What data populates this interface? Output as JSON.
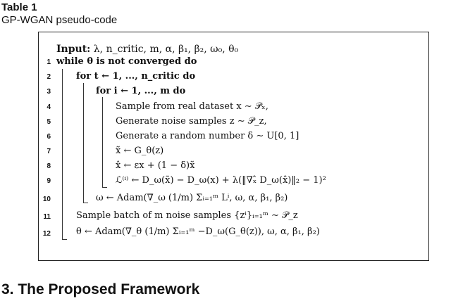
{
  "caption": {
    "label": "Table 1",
    "text": "GP-WGAN pseudo-code"
  },
  "algorithm": {
    "input_keyword": "Input:",
    "input_params": "λ, n_critic, m, α, β₁, β₂, ω₀, θ₀",
    "lines": [
      {
        "num": "1",
        "text": "while θ is not converged do"
      },
      {
        "num": "2",
        "text": "for t ← 1, ..., n_critic do"
      },
      {
        "num": "3",
        "text": "for i ← 1, ..., m do"
      },
      {
        "num": "4",
        "text": "Sample from real dataset x ∼ 𝒫ₓ,"
      },
      {
        "num": "5",
        "text": "Generate noise samples z ∼ 𝒫_z,"
      },
      {
        "num": "6",
        "text": "Generate a random number δ ∼ U[0, 1]"
      },
      {
        "num": "7",
        "text": "x̃ ← G_θ(z)"
      },
      {
        "num": "8",
        "text": "x̂ ← εx + (1 − δ)x̃"
      },
      {
        "num": "9",
        "text": "ℒ⁽ⁱ⁾ ← D_ω(x̃) − D_ω(x) + λ(‖∇ₓ̂ D_ω(x̂)‖₂ − 1)²"
      },
      {
        "num": "10",
        "text": "ω ← Adam(∇_ω (1/m) Σᵢ₌₁ᵐ Lⁱ, ω, α, β₁, β₂)"
      },
      {
        "num": "11",
        "text": "Sample batch of m noise samples {zⁱ}ᵢ₌₁ᵐ ∼ 𝒫_z"
      },
      {
        "num": "12",
        "text": "θ ← Adam(∇_θ (1/m) Σᵢ₌₁ᵐ −D_ω(G_θ(z)), ω, α, β₁, β₂)"
      }
    ]
  },
  "section": {
    "heading": "3.  The Proposed Framework"
  }
}
